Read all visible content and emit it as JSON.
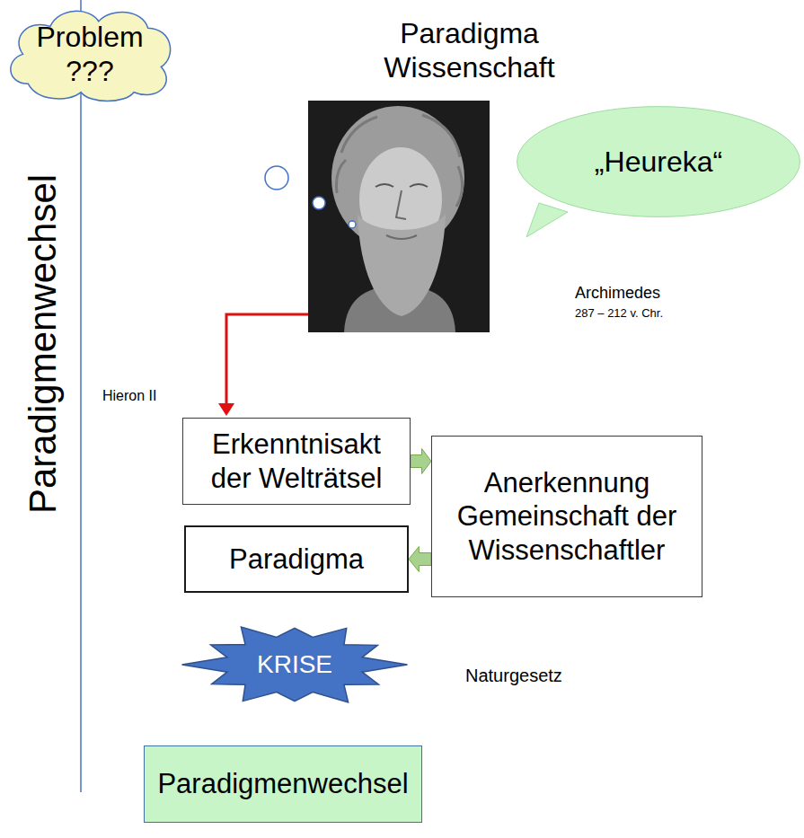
{
  "diagram": {
    "title": "Paradigma Wissenschaft",
    "nodes": [
      {
        "text": [
          "Problem ???"
        ]
      },
      {
        "text": [
          "„Heureka“"
        ]
      },
      {
        "text": [
          "Erkenntnisakt der Welträtsel"
        ]
      },
      {
        "text": [
          "Anerkennung Gemeinschaft der Wissenschaftler"
        ]
      },
      {
        "text": [
          "Paradigma"
        ]
      },
      {
        "text": [
          "KRISE"
        ]
      },
      {
        "text": [
          "Paradigmenwechsel"
        ]
      }
    ],
    "edges": [
      {
        "from": 2,
        "to": 3,
        "arrow": "to"
      },
      {
        "from": 3,
        "to": 4,
        "arrow": "to"
      }
    ],
    "labels": [
      "Paradigmenwechsel",
      "Archimedes",
      "287 – 212 v. Chr.",
      "Hieron II",
      "Naturgesetz"
    ]
  }
}
